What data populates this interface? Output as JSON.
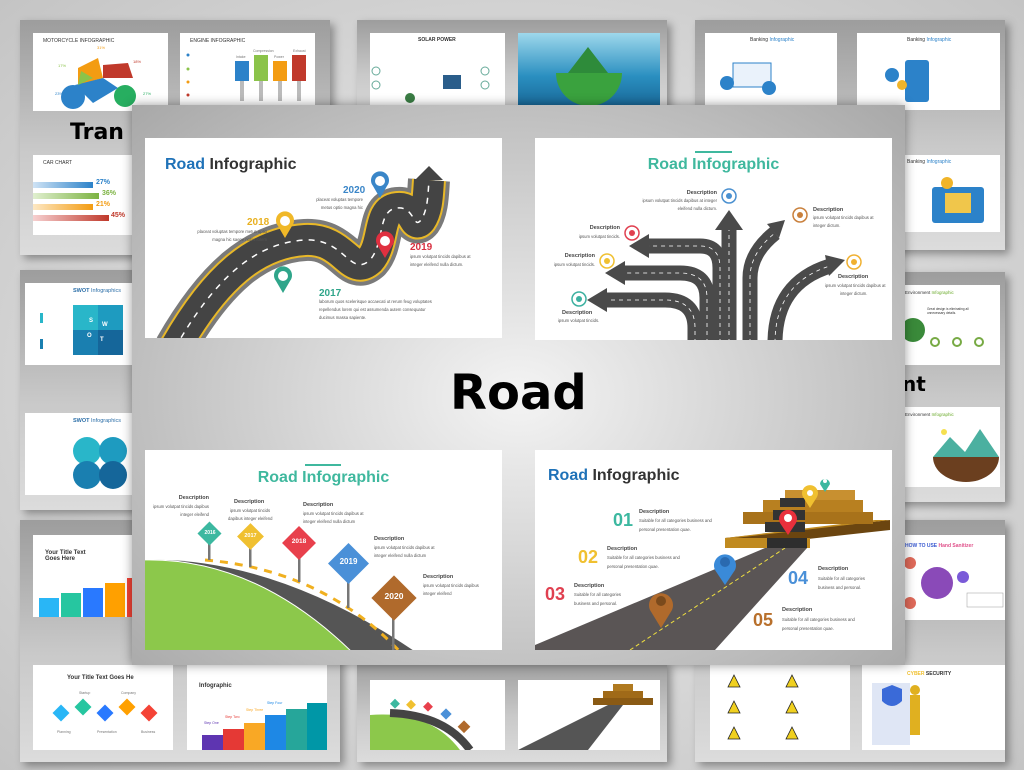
{
  "hero_title": "Road",
  "background": {
    "transport_word": "Tran",
    "environment_word": "nt",
    "motorcycle": {
      "title": "MOTORCYCLE INFOGRAPHIC",
      "values": [
        "31%",
        "17%",
        "18%",
        "23%",
        "27%"
      ]
    },
    "engine": {
      "title": "ENGINE INFOGRAPHIC",
      "labels": [
        "Intake",
        "Compression",
        "Power",
        "Exhaust"
      ]
    },
    "car_chart": {
      "title": "CAR CHART",
      "values": [
        "27%",
        "36%",
        "21%",
        "45%"
      ]
    },
    "solar": {
      "title": "SOLAR POWER"
    },
    "banking": {
      "title_a": "Banking",
      "title_b": "Infographic"
    },
    "swot": {
      "title_a": "SWOT",
      "title_b": "Infographics",
      "letters": [
        "S",
        "W",
        "O",
        "T"
      ]
    },
    "environment": {
      "title_a": "Environment",
      "title_b": "Infographic",
      "tagline": "Great design is eliminating all unnecessary details."
    },
    "title_slide_a": "Your Title Text Goes Here",
    "title_slide_b": "Your Title Text Goes He",
    "steps": {
      "title": "Infographic",
      "labels": [
        "Step One",
        "Step Two",
        "Step Three",
        "Step Four"
      ]
    },
    "process_labels": [
      "Startup",
      "Company",
      "Planning",
      "Presentation",
      "Business"
    ],
    "sanitizer": {
      "title_a": "HOW TO USE",
      "title_b": "Hand Sanitizer"
    },
    "cyber": {
      "title_a": "CYBER",
      "title_b": "SECURITY"
    }
  },
  "slides": {
    "s1": {
      "title_a": "Road",
      "title_b": "Infographic",
      "items": [
        {
          "year": "2020",
          "line1": "placeat voluptas tempore",
          "line2": "metus optio magna hic"
        },
        {
          "year": "2018",
          "line1": "placeat voluptas tempore metus optio",
          "line2": "magna hic saepe nobis lorem"
        },
        {
          "year": "2019",
          "line1": "ipsum volutpat tincids dapibus at",
          "line2": "integer eleifend nulla dictum."
        },
        {
          "year": "2017",
          "line1": "laborum quos scelerisque accaecati ut rerum feug voluptates",
          "line2": "repellendus lorem qui est assumenda autem consequatur",
          "line3": "ducimus massa sapiente."
        }
      ]
    },
    "s2": {
      "title": "Road Infographic",
      "heading": "Description",
      "items": [
        {
          "line1": "ipsum volutpat tincids dapibus at integer",
          "line2": "eleifend nulla dictum."
        },
        {
          "line1": "ipsum volutpat tincids dapibus at",
          "line2": "integer dictum."
        },
        {
          "line1": "ipsum volutpat tincids."
        },
        {
          "line1": "ipsum volutpat tincids."
        },
        {
          "line1": "ipsum volutpat tincids."
        },
        {
          "line1": "ipsum volutpat tincids dapibus at",
          "line2": "integer dictum."
        }
      ],
      "colors": [
        "#4a90d0",
        "#c9803c",
        "#e04050",
        "#f0c030",
        "#3cb0a0",
        "#f0b030"
      ]
    },
    "s3": {
      "title": "Road Infographic",
      "heading": "Description",
      "signs": [
        {
          "year": "2016",
          "color": "#3cb8a0",
          "line1": "ipsum volutpat tincids dapibus",
          "line2": "integer eleifend"
        },
        {
          "year": "2017",
          "color": "#f0c030",
          "line1": "ipsum volutpat tincids",
          "line2": "dapibus integer eleifend"
        },
        {
          "year": "2018",
          "color": "#e8404c",
          "line1": "ipsum volutpat tincids dapibus at",
          "line2": "integer eleifend nulla dictum"
        },
        {
          "year": "2019",
          "color": "#4a90d8",
          "line1": "ipsum volutpat tincids dapibus at",
          "line2": "integer eleifend nulla dictum"
        },
        {
          "year": "2020",
          "color": "#b06a2c",
          "line1": "ipsum volutpat tincids dapibus",
          "line2": "integer eleifend"
        }
      ]
    },
    "s4": {
      "title_a": "Road",
      "title_b": "Infographic",
      "heading": "Description",
      "items": [
        {
          "num": "01",
          "color": "#3cb8a0",
          "line1": "Suitable for all categories business and",
          "line2": "personal presentation quae."
        },
        {
          "num": "02",
          "color": "#f0c030",
          "line1": "Suitable for all categories business and",
          "line2": "personal presentation quae."
        },
        {
          "num": "03",
          "color": "#e04050",
          "line1": "Suitable for all categories",
          "line2": "business and personal."
        },
        {
          "num": "04",
          "color": "#4a90d8",
          "line1": "Suitable for all categories",
          "line2": "business and personal."
        },
        {
          "num": "05",
          "color": "#b8702c",
          "line1": "Suitable for all categories business and",
          "line2": "personal presentation quae."
        }
      ]
    }
  }
}
